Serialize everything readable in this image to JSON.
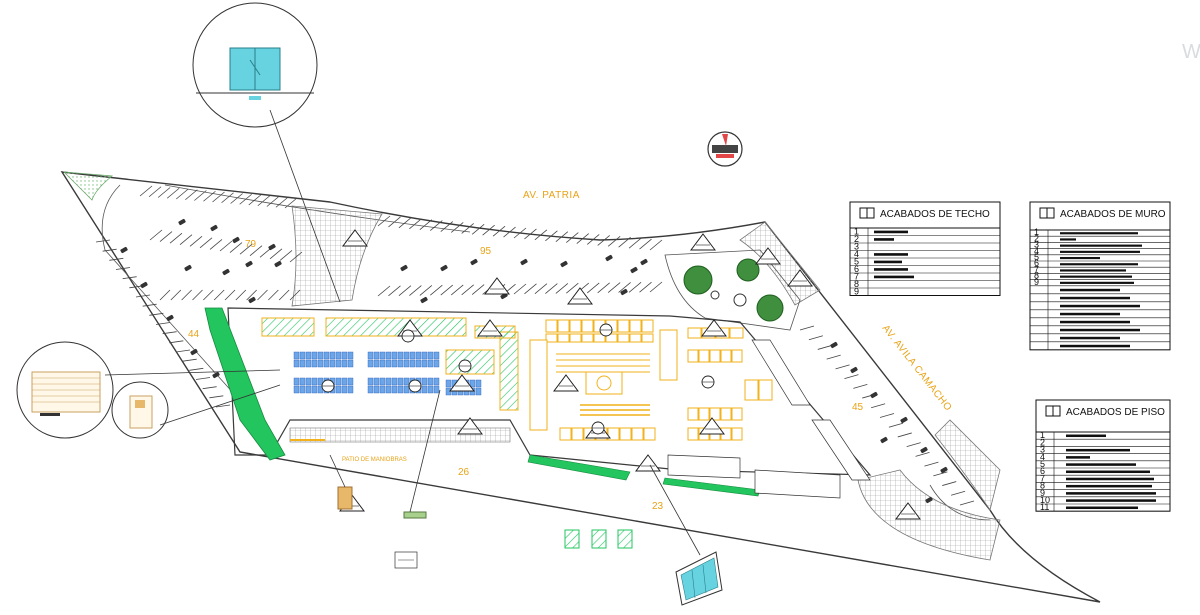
{
  "streets": {
    "patria": "AV. PATRIA",
    "avila": "AV. AVILA CAMACHO"
  },
  "zones": {
    "z79": "79",
    "z95": "95",
    "z44": "44",
    "z45": "45",
    "z26": "26",
    "z23": "23"
  },
  "patio_label": "PATIO DE MANIOBRAS",
  "watermark": "W",
  "tables": {
    "techo": {
      "title": "ACABADOS DE TECHO",
      "rows": [
        "1",
        "2",
        "3",
        "4",
        "5",
        "6",
        "7",
        "8",
        "9"
      ]
    },
    "muro": {
      "title": "ACABADOS DE MURO",
      "rows": [
        "1",
        "2",
        "3",
        "4",
        "5",
        "6",
        "7",
        "8",
        "9"
      ]
    },
    "piso": {
      "title": "ACABADOS DE PISO",
      "rows": [
        "1",
        "2",
        "3",
        "4",
        "5",
        "6",
        "7",
        "8",
        "9",
        "10",
        "11"
      ]
    }
  },
  "colors": {
    "line": "#3a3a3a",
    "accent": "#f2b21b",
    "green": "#22c55e",
    "blue": "#3b82f6",
    "cyan": "#67d3e0",
    "hatch": "#9a9a9a"
  }
}
